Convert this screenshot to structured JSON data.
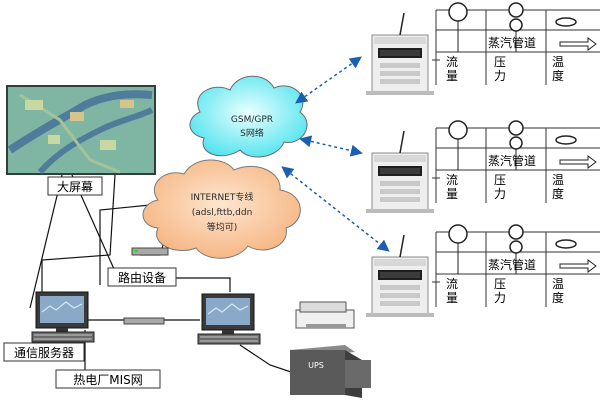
{
  "network": {
    "gsm_cloud": {
      "line1": "GSM/GPR",
      "line2": "S网络"
    },
    "internet_cloud": {
      "line1": "INTERNET专线",
      "line2": "(adsl,fttb,ddn",
      "line3": "等均可)"
    }
  },
  "labels": {
    "big_screen": "大屏幕",
    "router": "路由设备",
    "comm_server": "通信服务器",
    "mis_network": "热电厂MIS网",
    "ups": "UPS"
  },
  "stations": [
    {
      "flow_label": [
        "流",
        "量"
      ],
      "pressure_label": [
        "压",
        "力"
      ],
      "pipe_label": "蒸汽管道",
      "temp_label": [
        "温",
        "度"
      ]
    },
    {
      "flow_label": [
        "流",
        "量"
      ],
      "pressure_label": [
        "压",
        "力"
      ],
      "pipe_label": "蒸汽管道",
      "temp_label": [
        "温",
        "度"
      ]
    },
    {
      "flow_label": [
        "流",
        "量"
      ],
      "pressure_label": [
        "压",
        "力"
      ],
      "pipe_label": "蒸汽管道",
      "temp_label": [
        "温",
        "度"
      ]
    }
  ]
}
